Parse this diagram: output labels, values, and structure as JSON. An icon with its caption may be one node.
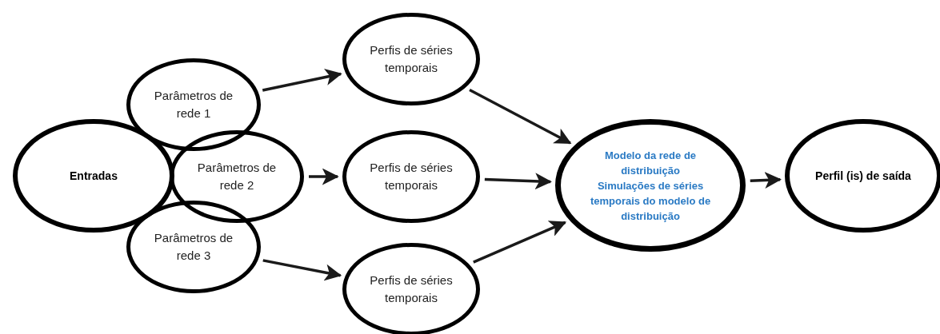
{
  "diagram": {
    "nodes": [
      {
        "text": [
          "Entradas"
        ]
      },
      {
        "text": [
          "Parâmetros de rede 1"
        ]
      },
      {
        "text": [
          "Parâmetros de rede 2"
        ]
      },
      {
        "text": [
          "Parâmetros de rede 3"
        ]
      },
      {
        "text": [
          "Perfis de séries temporais"
        ]
      },
      {
        "text": [
          "Perfis de séries temporais"
        ]
      },
      {
        "text": [
          "Perfis de séries temporais"
        ]
      },
      {
        "text": [
          "Modelo da rede de distribuição",
          "Simulações de séries temporais do modelo de distribuição"
        ]
      },
      {
        "text": [
          "Perfil (is) de saída"
        ]
      }
    ],
    "edges": [
      {
        "from": 1,
        "to": 4,
        "arrow": "to"
      },
      {
        "from": 2,
        "to": 5,
        "arrow": "to"
      },
      {
        "from": 3,
        "to": 6,
        "arrow": "to"
      },
      {
        "from": 4,
        "to": 7,
        "arrow": "to"
      },
      {
        "from": 5,
        "to": 7,
        "arrow": "to"
      },
      {
        "from": 6,
        "to": 7,
        "arrow": "to"
      },
      {
        "from": 7,
        "to": 8,
        "arrow": "to"
      }
    ]
  }
}
